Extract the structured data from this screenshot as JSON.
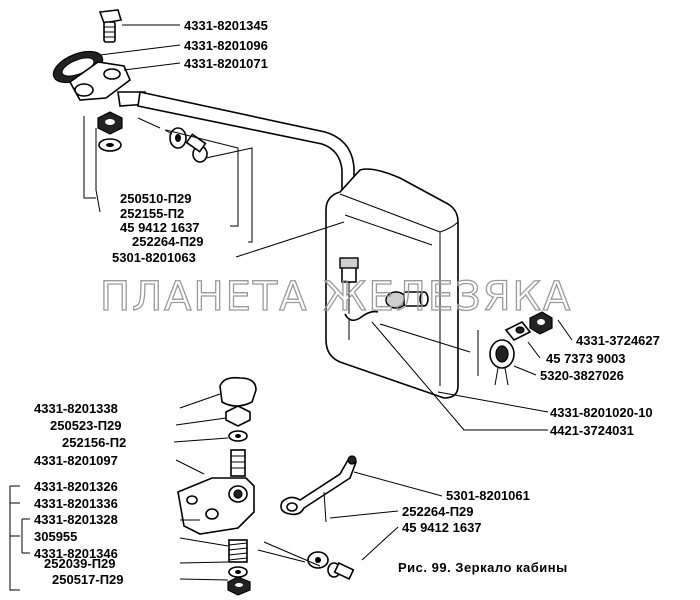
{
  "watermark": "ПЛАНЕТА ЖЕЛЕЗЯКА",
  "caption": "Рис. 99. Зеркало кабины",
  "labels": {
    "top_1": "4331-8201345",
    "top_2": "4331-8201096",
    "top_3": "4331-8201071",
    "mid_1": "250510-П29",
    "mid_2": "252155-П2",
    "mid_3": "45 9412 1637",
    "mid_4": "252264-П29",
    "mid_5": "5301-8201063",
    "right_1": "4331-3724627",
    "right_2": "45 7373 9003",
    "right_3": "5320-3827026",
    "right_4": "4331-8201020-10",
    "right_5": "4421-3724031",
    "left_1": "4331-8201338",
    "left_2": "250523-П29",
    "left_3": "252156-П2",
    "left_4": "4331-8201097",
    "left_5": "4331-8201326",
    "left_6": "4331-8201336",
    "left_7": "4331-8201328",
    "left_8": "305955",
    "left_9": "4331-8201346",
    "left_10": "252039-П29",
    "left_11": "250517-П29",
    "bottom_1": "5301-8201061",
    "bottom_2": "252264-П29",
    "bottom_3": "45 9412 1637"
  }
}
